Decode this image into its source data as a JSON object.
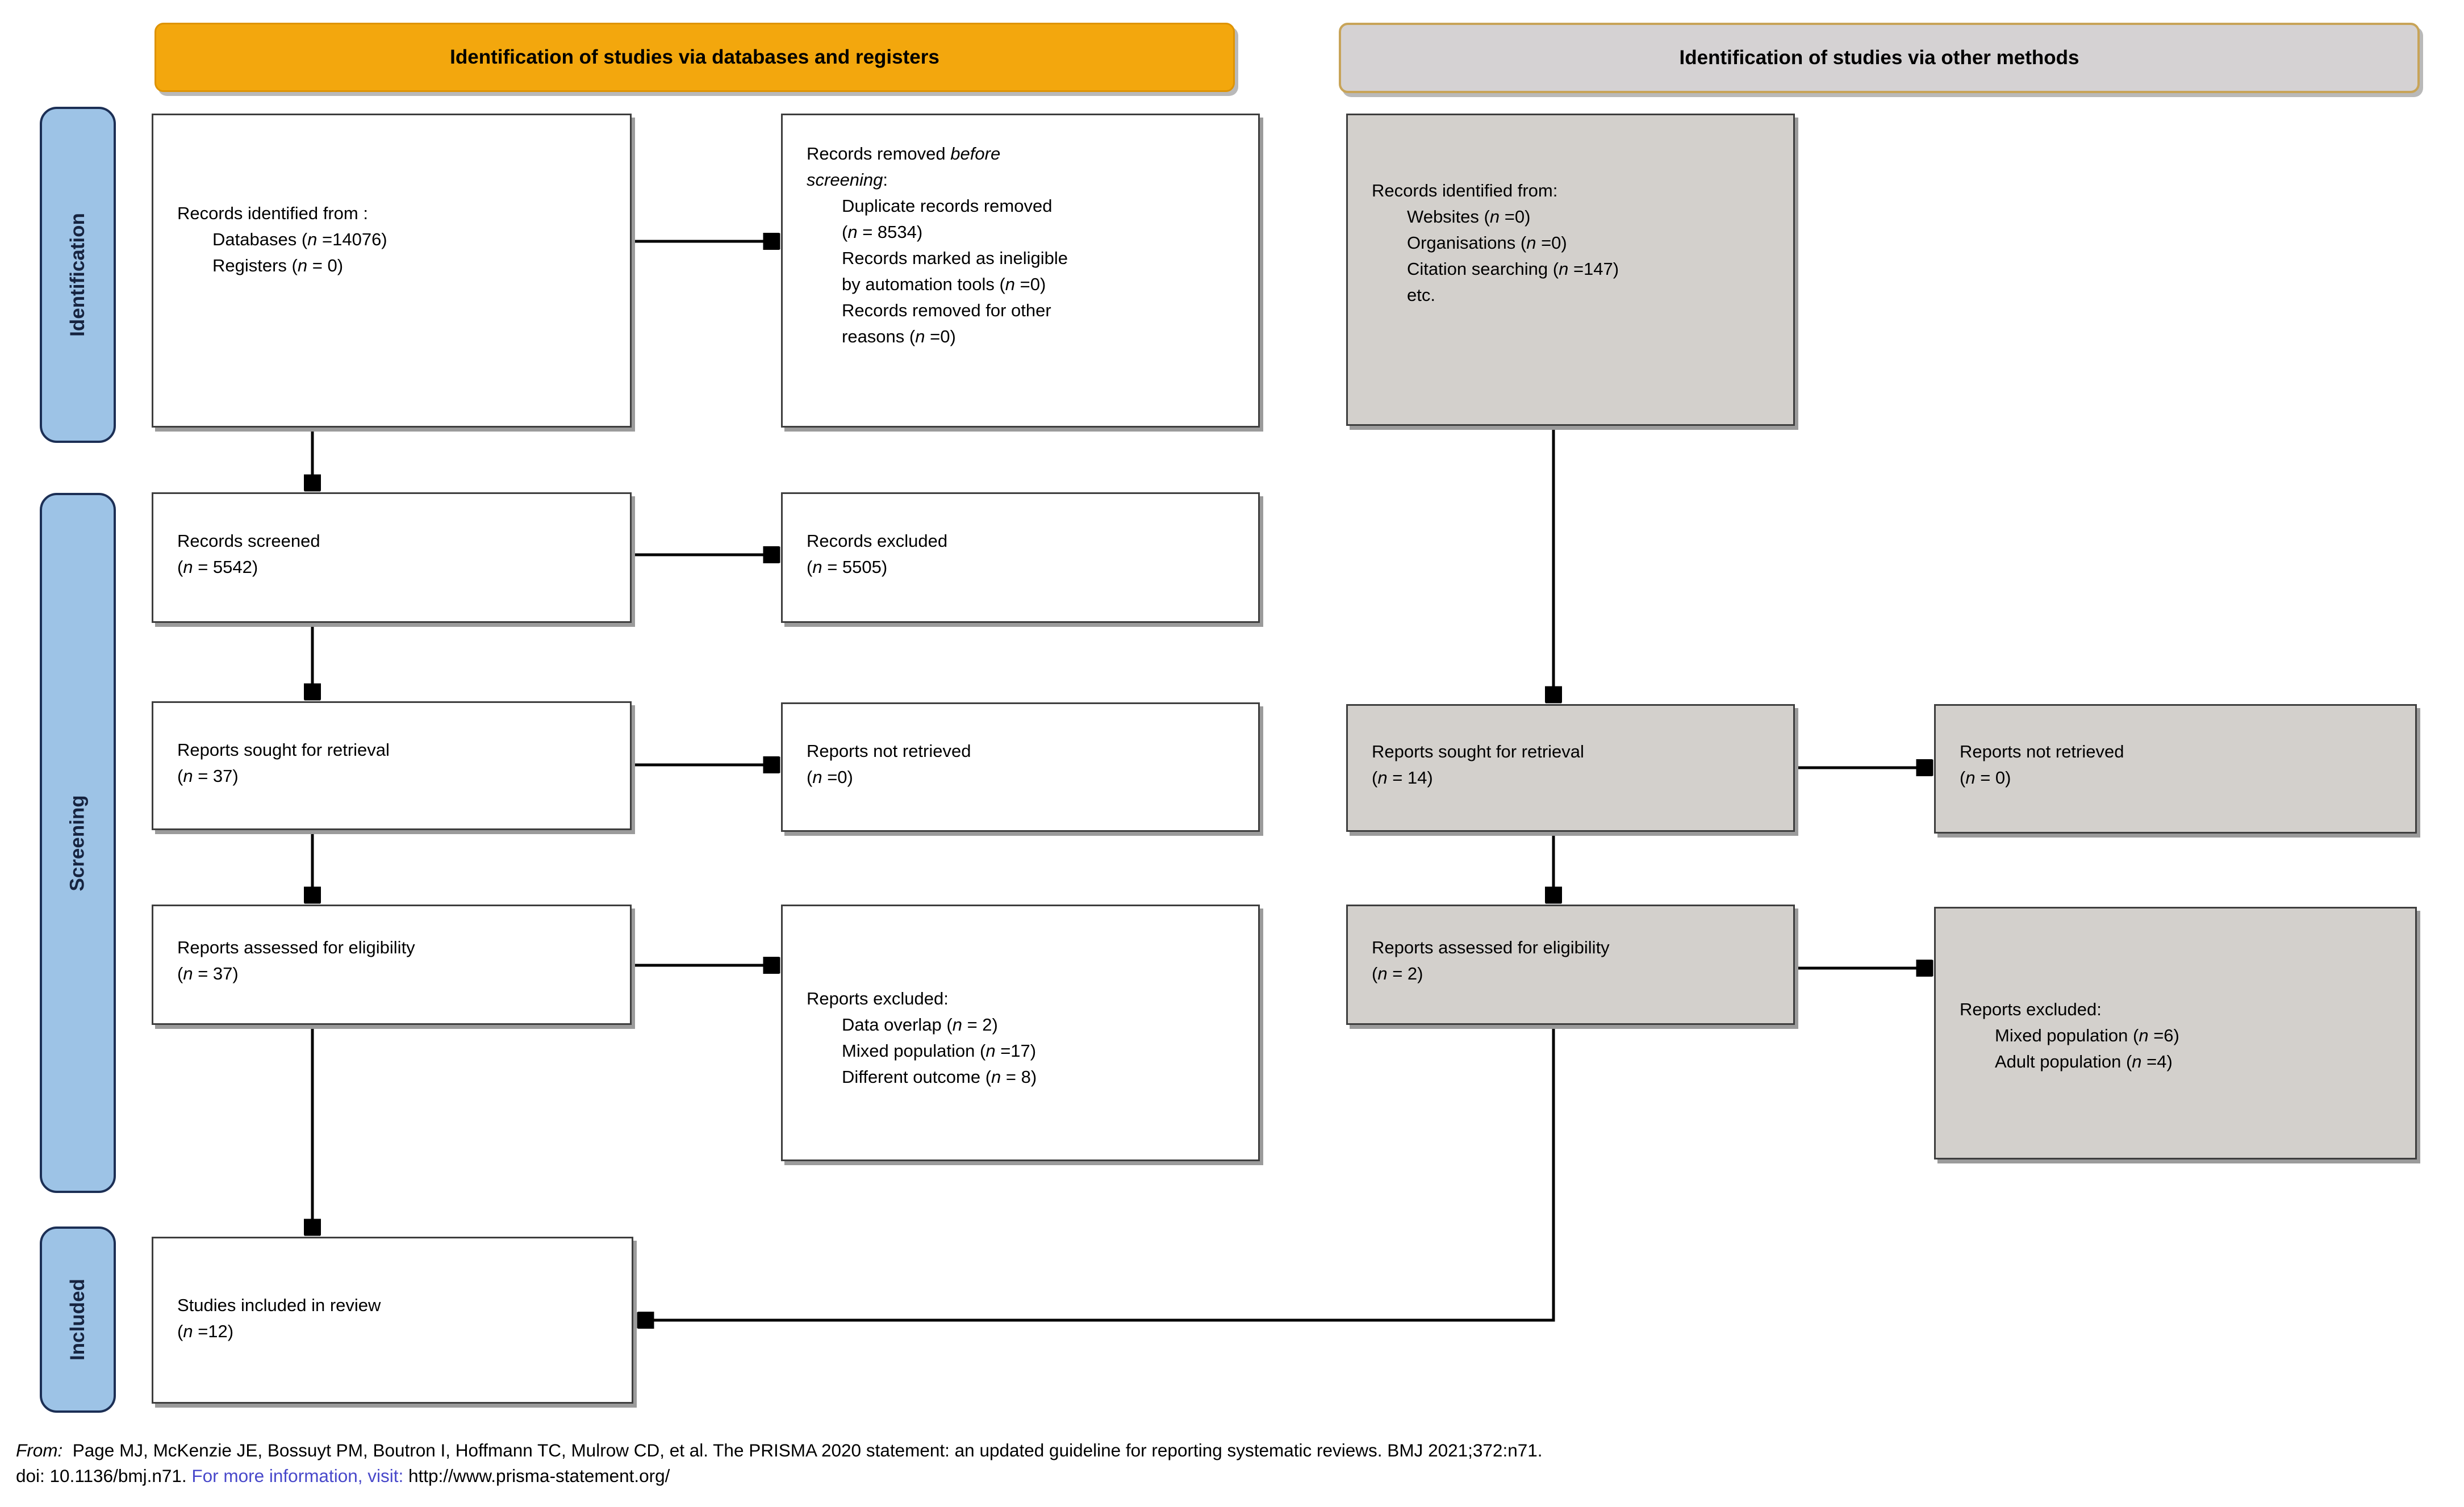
{
  "headers": {
    "left": "Identification of studies via databases and registers",
    "right": "Identification of studies via other methods"
  },
  "side_labels": {
    "identification": "Identification",
    "screening": "Screening",
    "included": "Included"
  },
  "boxes": {
    "records_identified_db": {
      "lines": [
        {
          "segs": [
            {
              "t": "Records identified from :"
            }
          ]
        },
        {
          "ind": 1,
          "segs": [
            {
              "t": "Databases ("
            },
            {
              "t": "n",
              "i": 1
            },
            {
              "t": " =14076)"
            }
          ]
        },
        {
          "ind": 1,
          "segs": [
            {
              "t": "Registers ("
            },
            {
              "t": "n",
              "i": 1
            },
            {
              "t": " = 0)"
            }
          ]
        }
      ]
    },
    "records_removed": {
      "lines": [
        {
          "segs": [
            {
              "t": "Records removed "
            },
            {
              "t": "before",
              "i": 1
            }
          ]
        },
        {
          "segs": [
            {
              "t": "screening",
              "i": 1
            },
            {
              "t": ":"
            }
          ]
        },
        {
          "ind": 1,
          "segs": [
            {
              "t": "Duplicate records removed"
            }
          ]
        },
        {
          "ind": 1,
          "segs": [
            {
              "t": "("
            },
            {
              "t": "n",
              "i": 1
            },
            {
              "t": " = 8534)"
            }
          ]
        },
        {
          "ind": 1,
          "segs": [
            {
              "t": "Records marked as ineligible"
            }
          ]
        },
        {
          "ind": 1,
          "segs": [
            {
              "t": "by automation tools ("
            },
            {
              "t": "n",
              "i": 1
            },
            {
              "t": " =0)"
            }
          ]
        },
        {
          "ind": 1,
          "segs": [
            {
              "t": "Records removed for other"
            }
          ]
        },
        {
          "ind": 1,
          "segs": [
            {
              "t": "reasons ("
            },
            {
              "t": "n",
              "i": 1
            },
            {
              "t": " =0)"
            }
          ]
        }
      ]
    },
    "records_identified_other": {
      "lines": [
        {
          "segs": [
            {
              "t": "Records identified from:"
            }
          ]
        },
        {
          "ind": 1,
          "segs": [
            {
              "t": "Websites ("
            },
            {
              "t": "n",
              "i": 1
            },
            {
              "t": " =0)"
            }
          ]
        },
        {
          "ind": 1,
          "segs": [
            {
              "t": "Organisations ("
            },
            {
              "t": "n",
              "i": 1
            },
            {
              "t": " =0)"
            }
          ]
        },
        {
          "ind": 1,
          "segs": [
            {
              "t": "Citation searching ("
            },
            {
              "t": "n",
              "i": 1
            },
            {
              "t": " =147)"
            }
          ]
        },
        {
          "ind": 1,
          "segs": [
            {
              "t": "etc."
            }
          ]
        }
      ]
    },
    "records_screened": {
      "lines": [
        {
          "segs": [
            {
              "t": "Records screened"
            }
          ]
        },
        {
          "segs": [
            {
              "t": "("
            },
            {
              "t": "n",
              "i": 1
            },
            {
              "t": " = 5542)"
            }
          ]
        }
      ]
    },
    "records_excluded": {
      "lines": [
        {
          "segs": [
            {
              "t": "Records excluded"
            }
          ]
        },
        {
          "segs": [
            {
              "t": "("
            },
            {
              "t": "n",
              "i": 1
            },
            {
              "t": " = 5505)"
            }
          ]
        }
      ]
    },
    "reports_sought_db": {
      "lines": [
        {
          "segs": [
            {
              "t": "Reports sought for retrieval"
            }
          ]
        },
        {
          "segs": [
            {
              "t": "("
            },
            {
              "t": "n",
              "i": 1
            },
            {
              "t": " = 37)"
            }
          ]
        }
      ]
    },
    "reports_not_retrieved_db": {
      "lines": [
        {
          "segs": [
            {
              "t": "Reports not retrieved"
            }
          ]
        },
        {
          "segs": [
            {
              "t": "("
            },
            {
              "t": "n",
              "i": 1
            },
            {
              "t": " =0)"
            }
          ]
        }
      ]
    },
    "reports_sought_other": {
      "lines": [
        {
          "segs": [
            {
              "t": "Reports sought for retrieval"
            }
          ]
        },
        {
          "segs": [
            {
              "t": "("
            },
            {
              "t": "n",
              "i": 1
            },
            {
              "t": " = 14)"
            }
          ]
        }
      ]
    },
    "reports_not_retrieved_other": {
      "lines": [
        {
          "segs": [
            {
              "t": "Reports not retrieved"
            }
          ]
        },
        {
          "segs": [
            {
              "t": "("
            },
            {
              "t": "n",
              "i": 1
            },
            {
              "t": " = 0)"
            }
          ]
        }
      ]
    },
    "reports_assessed_db": {
      "lines": [
        {
          "segs": [
            {
              "t": "Reports assessed for eligibility"
            }
          ]
        },
        {
          "segs": [
            {
              "t": "("
            },
            {
              "t": "n",
              "i": 1
            },
            {
              "t": " = 37)"
            }
          ]
        }
      ]
    },
    "reports_excluded_db": {
      "lines": [
        {
          "segs": [
            {
              "t": "Reports excluded:"
            }
          ]
        },
        {
          "ind": 1,
          "segs": [
            {
              "t": "Data overlap ("
            },
            {
              "t": "n",
              "i": 1
            },
            {
              "t": " = 2)"
            }
          ]
        },
        {
          "ind": 1,
          "segs": [
            {
              "t": "Mixed population ("
            },
            {
              "t": "n",
              "i": 1
            },
            {
              "t": " =17)"
            }
          ]
        },
        {
          "ind": 1,
          "segs": [
            {
              "t": "Different outcome ("
            },
            {
              "t": "n",
              "i": 1
            },
            {
              "t": " = 8)"
            }
          ]
        }
      ]
    },
    "reports_assessed_other": {
      "lines": [
        {
          "segs": [
            {
              "t": "Reports assessed for eligibility"
            }
          ]
        },
        {
          "segs": [
            {
              "t": "("
            },
            {
              "t": "n",
              "i": 1
            },
            {
              "t": " = 2)"
            }
          ]
        }
      ]
    },
    "reports_excluded_other": {
      "lines": [
        {
          "segs": [
            {
              "t": "Reports excluded:"
            }
          ]
        },
        {
          "ind": 1,
          "segs": [
            {
              "t": "Mixed population ("
            },
            {
              "t": "n",
              "i": 1
            },
            {
              "t": " =6)"
            }
          ]
        },
        {
          "ind": 1,
          "segs": [
            {
              "t": "Adult population ("
            },
            {
              "t": "n",
              "i": 1
            },
            {
              "t": " =4)"
            }
          ]
        }
      ]
    },
    "studies_included": {
      "lines": [
        {
          "segs": [
            {
              "t": "Studies included in review"
            }
          ]
        },
        {
          "segs": [
            {
              "t": "("
            },
            {
              "t": "n",
              "i": 1
            },
            {
              "t": " =12)"
            }
          ]
        }
      ]
    }
  },
  "footer": {
    "from_label": "From:",
    "citation": "  Page MJ, McKenzie JE, Bossuyt PM, Boutron I, Hoffmann TC, Mulrow CD, et al. The PRISMA 2020 statement: an updated guideline for reporting systematic reviews. BMJ 2021;372:n71.",
    "doi_text": "doi: 10.1136/bmj.n71. ",
    "link_label": "For more information, visit: ",
    "url": "http://www.prisma-statement.org/"
  },
  "colors": {
    "header_orange": "#F3A70D",
    "header_gray": "#D5D2D3",
    "header_gray_border": "#C8A458",
    "box_gray": "#D3D0CC",
    "box_border": "#3E3E3E",
    "sidebar_fill": "#9DC3E6",
    "sidebar_border": "#1C2F55",
    "link_blue": "#4848CA"
  }
}
